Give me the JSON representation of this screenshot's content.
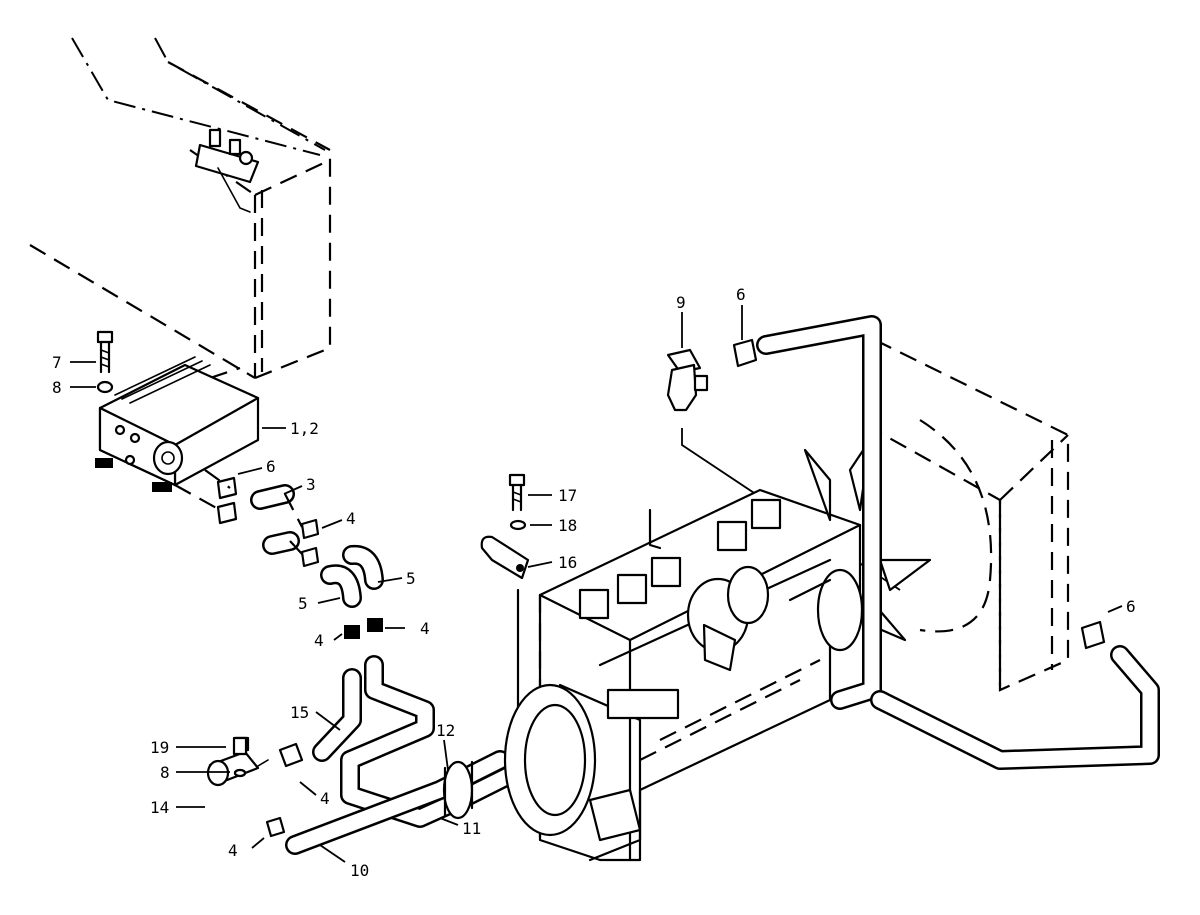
{
  "callouts": [
    {
      "id": "c-9",
      "text": "9"
    },
    {
      "id": "c-6a",
      "text": "6"
    },
    {
      "id": "c-7",
      "text": "7"
    },
    {
      "id": "c-8a",
      "text": "8"
    },
    {
      "id": "c-12",
      "text": "1,2"
    },
    {
      "id": "c-6b",
      "text": "6"
    },
    {
      "id": "c-3",
      "text": "3"
    },
    {
      "id": "c-17",
      "text": "17"
    },
    {
      "id": "c-4a",
      "text": "4"
    },
    {
      "id": "c-18",
      "text": "18"
    },
    {
      "id": "c-16",
      "text": "16"
    },
    {
      "id": "c-5a",
      "text": "5"
    },
    {
      "id": "c-5b",
      "text": "5"
    },
    {
      "id": "c-4b",
      "text": "4"
    },
    {
      "id": "c-4c",
      "text": "4"
    },
    {
      "id": "c-6c",
      "text": "6"
    },
    {
      "id": "c-15",
      "text": "15"
    },
    {
      "id": "c-12b",
      "text": "12"
    },
    {
      "id": "c-19",
      "text": "19"
    },
    {
      "id": "c-8b",
      "text": "8"
    },
    {
      "id": "c-4d",
      "text": "4"
    },
    {
      "id": "c-14",
      "text": "14"
    },
    {
      "id": "c-11",
      "text": "11"
    },
    {
      "id": "c-4e",
      "text": "4"
    },
    {
      "id": "c-10",
      "text": "10"
    }
  ]
}
